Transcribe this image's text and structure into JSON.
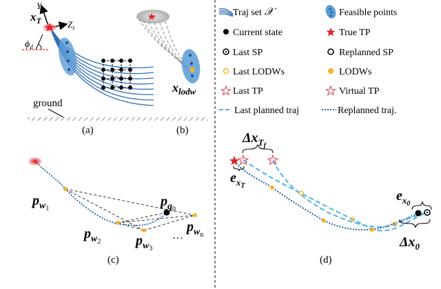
{
  "panels": {
    "a": {
      "caption": "(a)",
      "ground_label": "ground",
      "axis_y": "Y",
      "axis_y_sub": "s",
      "axis_z": "Z",
      "axis_z_sub": "s",
      "xt_main": "x",
      "xt_sub": "T",
      "phi_main": "ϕ",
      "phi_sub": "d"
    },
    "b": {
      "caption": "(b)",
      "x_main": "x",
      "x_sub": "lodw"
    },
    "c": {
      "caption": "(c)",
      "p_w1": {
        "main": "p",
        "sub": "w",
        "subsub": "1"
      },
      "p_w2": {
        "main": "p",
        "sub": "w",
        "subsub": "2"
      },
      "p_w3": {
        "main": "p",
        "sub": "w",
        "subsub": "3"
      },
      "p_wn": {
        "main": "p",
        "sub": "w",
        "subsub": "n"
      },
      "p_q0": {
        "main": "p",
        "sub": "q",
        "subsub": "0"
      },
      "ellipsis": "…"
    },
    "d": {
      "caption": "(d)",
      "delta_tf": {
        "main": "Δx",
        "sub": "T",
        "subsub": "f"
      },
      "e_xt": {
        "main": "e",
        "sub": "x",
        "subsub": "T"
      },
      "e_x0": {
        "main": "e",
        "sub": "x",
        "subsub": "0"
      },
      "delta_x0": {
        "main": "Δx",
        "sub": "0"
      }
    }
  },
  "legend": {
    "traj_set": {
      "text": "Traj set ",
      "symbol": "𝒳"
    },
    "feasible": "Feasible points",
    "current_state": "Current state",
    "true_tp": "True TP",
    "last_sp": "Last SP",
    "replanned_sp": "Replanned SP",
    "last_lodws": "Last LODWs",
    "lodws": "LODWs",
    "last_tp": "Last TP",
    "virtual_tp": "Virtual TP",
    "last_planned_traj": "Last planned traj",
    "replanned_traj": "Replanned traj."
  },
  "colors": {
    "traj_blue": "#2f6fb8",
    "feasible_blue": "#5b9bd5",
    "light_blue": "#4fb3e6",
    "dark_dotted_blue": "#1f5fa8",
    "red_star": "#e0202a",
    "pink_star": "#e05a6a",
    "orange_dot": "#f5b323",
    "gray_disk": "#b8b8b8"
  }
}
